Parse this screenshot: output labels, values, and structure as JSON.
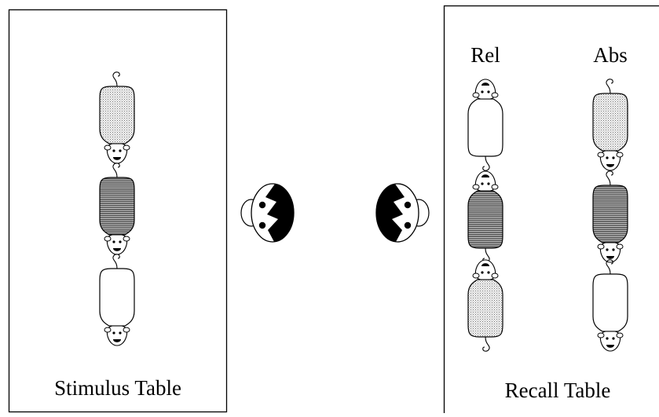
{
  "stimulus_table": {
    "label": "Stimulus Table",
    "animals": [
      {
        "fill": "dotted",
        "facing": "down"
      },
      {
        "fill": "striped",
        "facing": "down"
      },
      {
        "fill": "white",
        "facing": "down"
      }
    ]
  },
  "recall_table": {
    "label": "Recall Table",
    "columns": [
      {
        "header": "Rel",
        "animals": [
          {
            "fill": "white",
            "facing": "up"
          },
          {
            "fill": "striped",
            "facing": "up"
          },
          {
            "fill": "dotted",
            "facing": "up"
          }
        ]
      },
      {
        "header": "Abs",
        "animals": [
          {
            "fill": "dotted",
            "facing": "down"
          },
          {
            "fill": "striped",
            "facing": "down"
          },
          {
            "fill": "white",
            "facing": "down"
          }
        ]
      }
    ]
  },
  "observers": [
    {
      "facing": "left"
    },
    {
      "facing": "right"
    }
  ],
  "colors": {
    "line": "#000000",
    "dotted_fill": "#d9d9d9",
    "striped_fill": "#7a7a7a",
    "white_fill": "#ffffff"
  }
}
